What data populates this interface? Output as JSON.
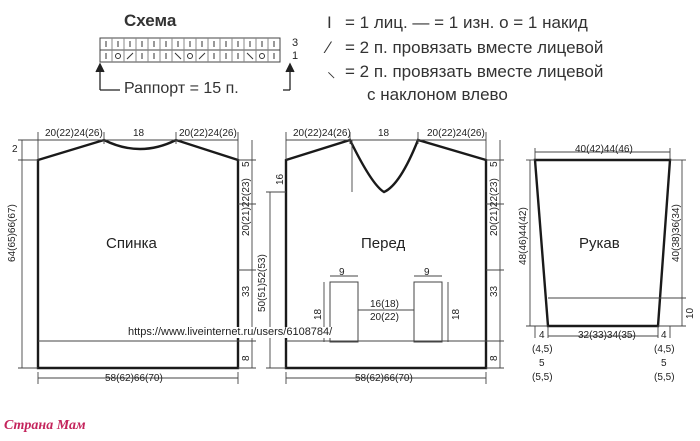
{
  "schema": {
    "title": "Схема",
    "row_numbers": [
      "3",
      "1"
    ],
    "rapport_label": "Раппорт = 15 п."
  },
  "legend": [
    {
      "symbol": "I",
      "text": "= 1 лиц.  — = 1 изн.  o = 1 накид"
    },
    {
      "symbol": "⁄",
      "text": "= 2 п. провязать вместе лицевой"
    },
    {
      "symbol": "⸜",
      "text": "= 2 п. провязать вместе лицевой"
    },
    {
      "symbol": "",
      "text": "с наклоном влево"
    }
  ],
  "back": {
    "name": "Спинка",
    "top_left": "20(22)24(26)",
    "top_center": "18",
    "top_right": "20(22)24(26)",
    "neck_depth": "2",
    "right_top": "5",
    "right_armhole": "20(21)22(23)",
    "right_body": "33",
    "right_bottom": "8",
    "left_height": "64(65)66(67)",
    "bottom": "58(62)66(70)"
  },
  "front": {
    "name": "Перед",
    "top_left": "20(22)24(26)",
    "top_center": "18",
    "top_right": "20(22)24(26)",
    "neck_depth": "16",
    "right_top": "5",
    "right_armhole": "20(21)22(23)",
    "right_body": "33",
    "right_bottom": "8",
    "left_height": "50(51)52(53)",
    "bottom": "58(62)66(70)",
    "pocket_width": "9",
    "pocket_height": "18",
    "pocket_gap": "16(18)",
    "pocket_gap2": "20(22)"
  },
  "sleeve": {
    "name": "Рукав",
    "top": "40(42)44(46)",
    "left_height": "48(46)44(42)",
    "right_height": "40(38)36(34)",
    "right_cuff": "10",
    "bottom": "32(33)34(35)",
    "corner_left_1": "4",
    "corner_left_2": "(4,5)",
    "corner_left_3": "5",
    "corner_left_4": "(5,5)",
    "corner_right_1": "4",
    "corner_right_2": "(4,5)",
    "corner_right_3": "5",
    "corner_right_4": "(5,5)"
  },
  "watermark_url": "https://www.liveinternet.ru/users/6108784/",
  "brand": "Страна Мам"
}
